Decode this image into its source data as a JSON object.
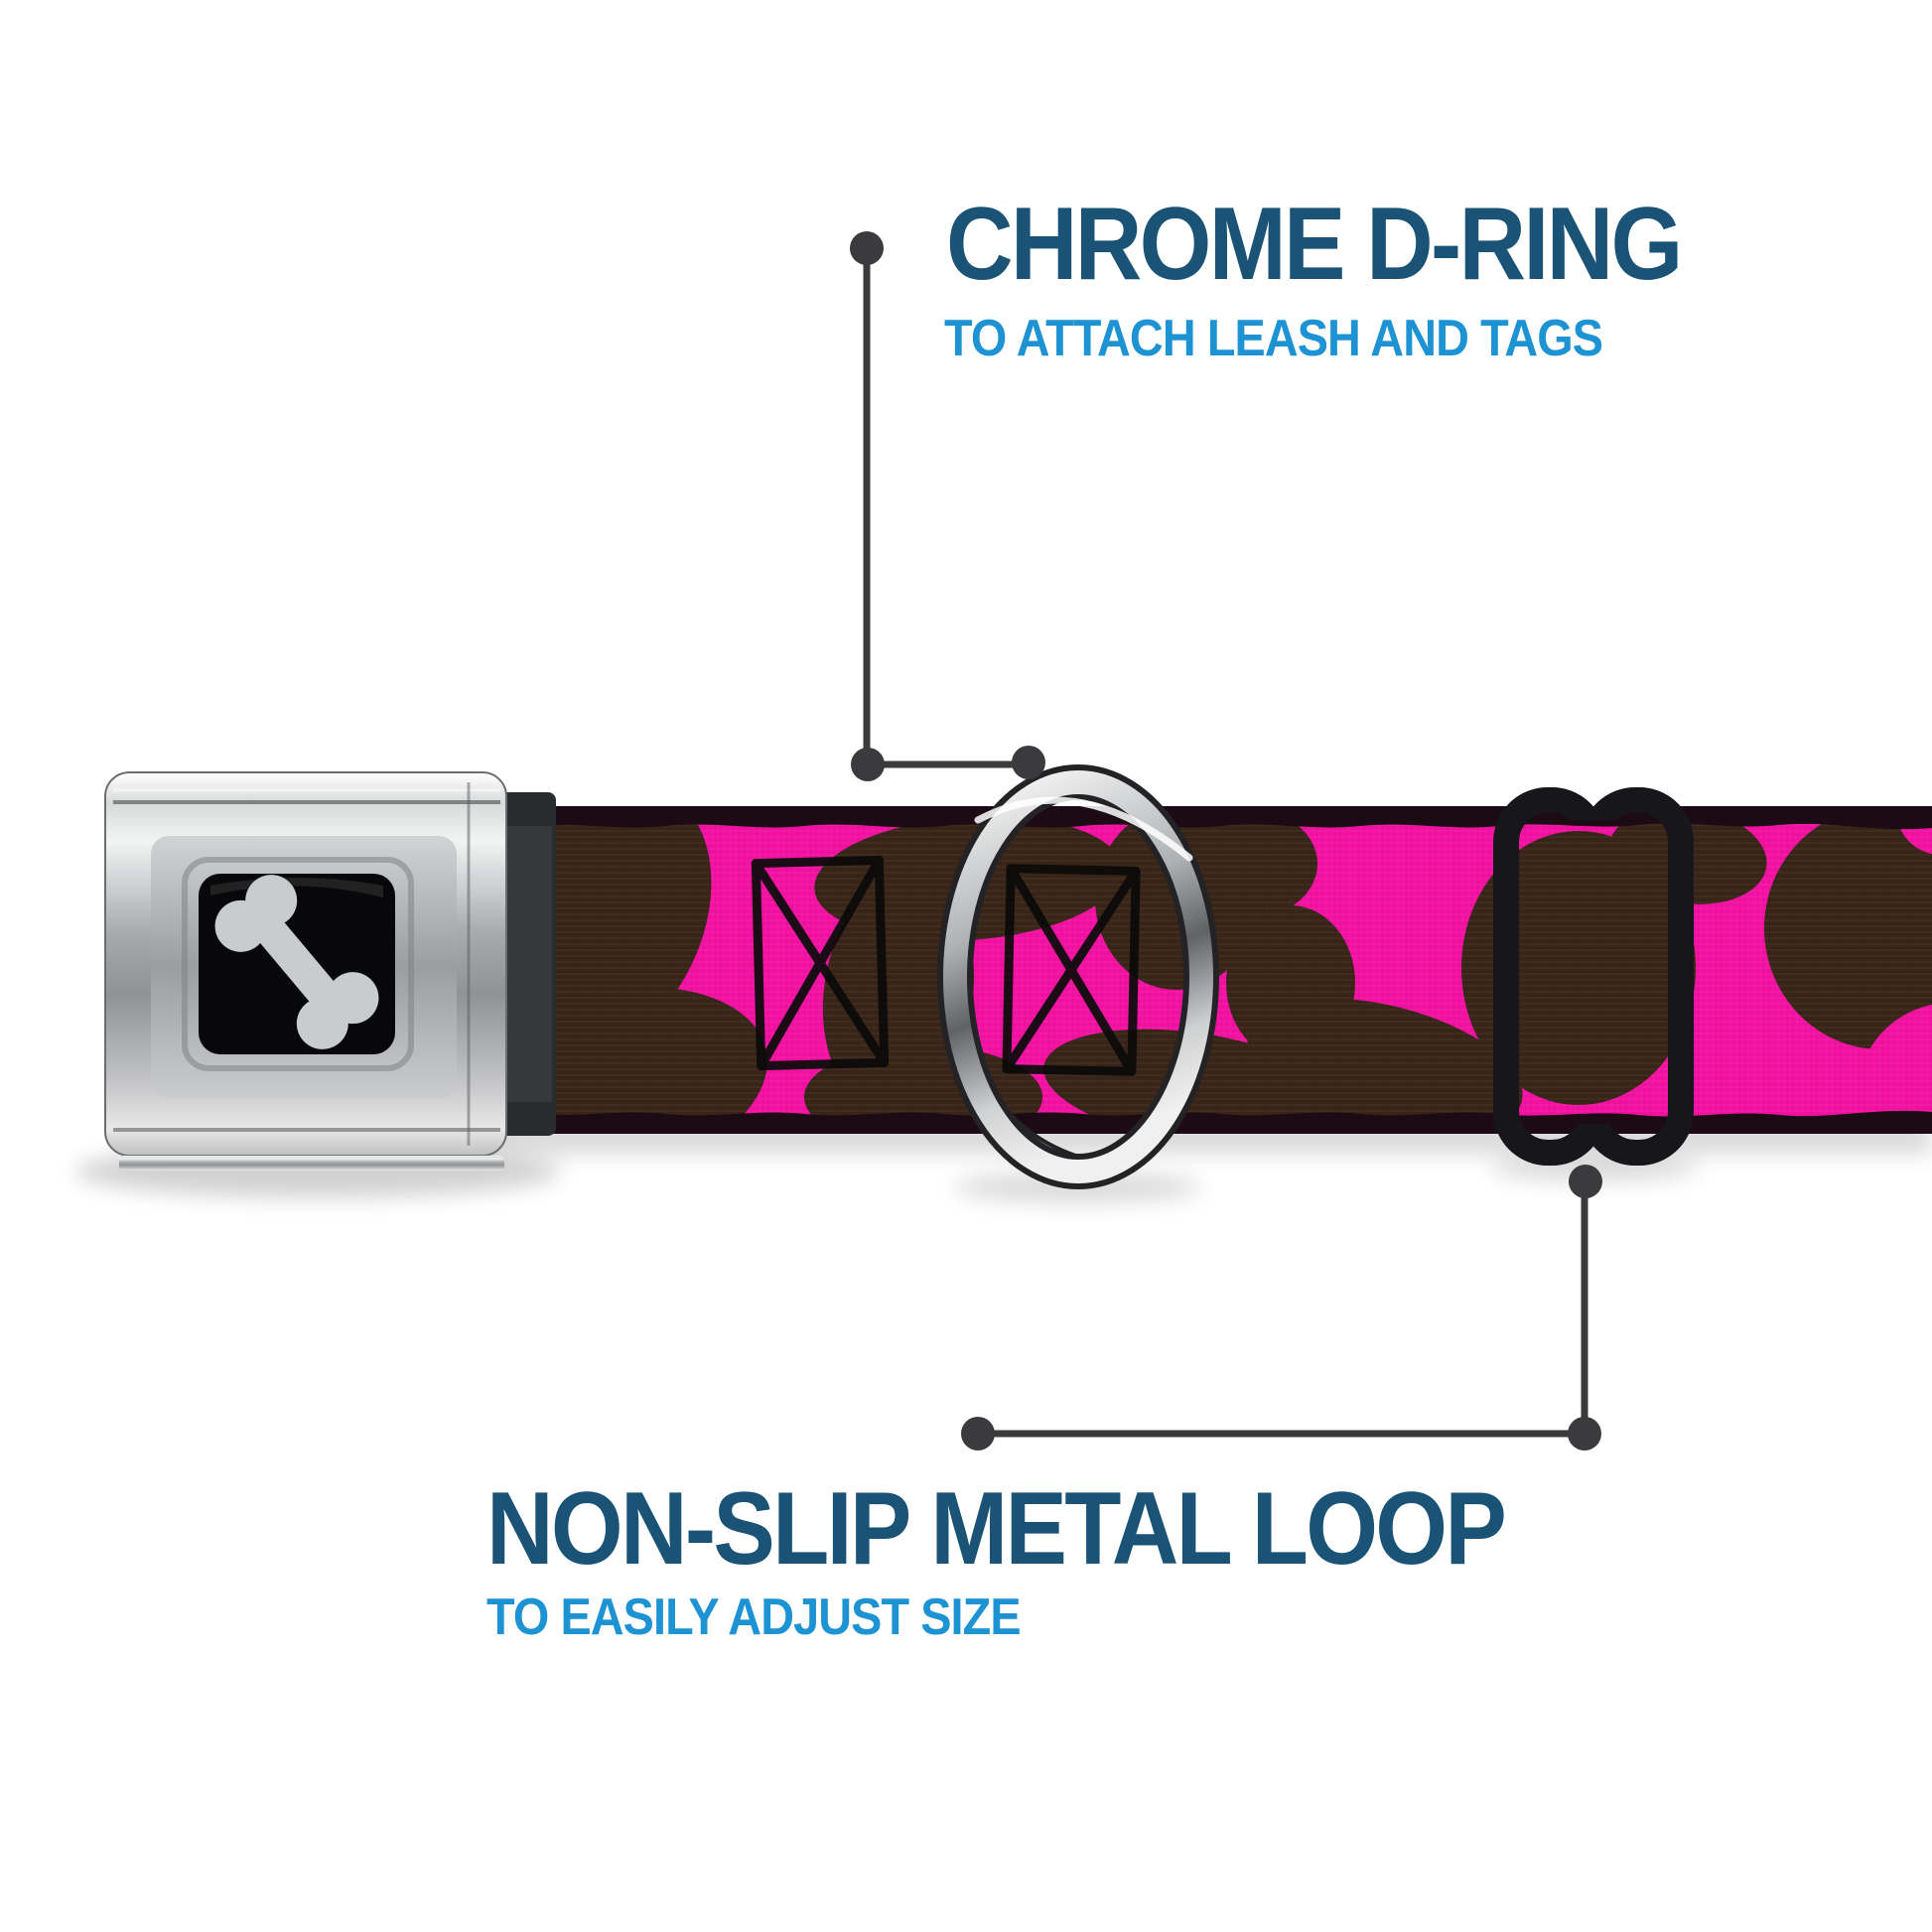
{
  "callouts": {
    "top": {
      "title": "CHROME D-RING",
      "subtitle": "TO ATTACH LEASH AND TAGS"
    },
    "bottom": {
      "title": "NON-SLIP METAL LOOP",
      "subtitle": "TO EASILY ADJUST SIZE"
    }
  },
  "product": {
    "buckle_logo_icon": "dog-bone-icon",
    "strap_pattern": "pink giraffe spots",
    "parts": [
      "seatbelt-buckle",
      "webbing-strap",
      "box-x-stitching",
      "chrome-d-ring",
      "non-slip-metal-loop"
    ]
  },
  "colors": {
    "title-blue": "#1A5375",
    "subtitle-blue": "#1E93D3",
    "connector-gray": "#3B3B3D",
    "strap-pink": "#F311A2",
    "spot-brown": "#392418",
    "strap-edge": "#1C0A14",
    "loop-black": "#17171B",
    "bone-gray": "#C9CCCE"
  }
}
